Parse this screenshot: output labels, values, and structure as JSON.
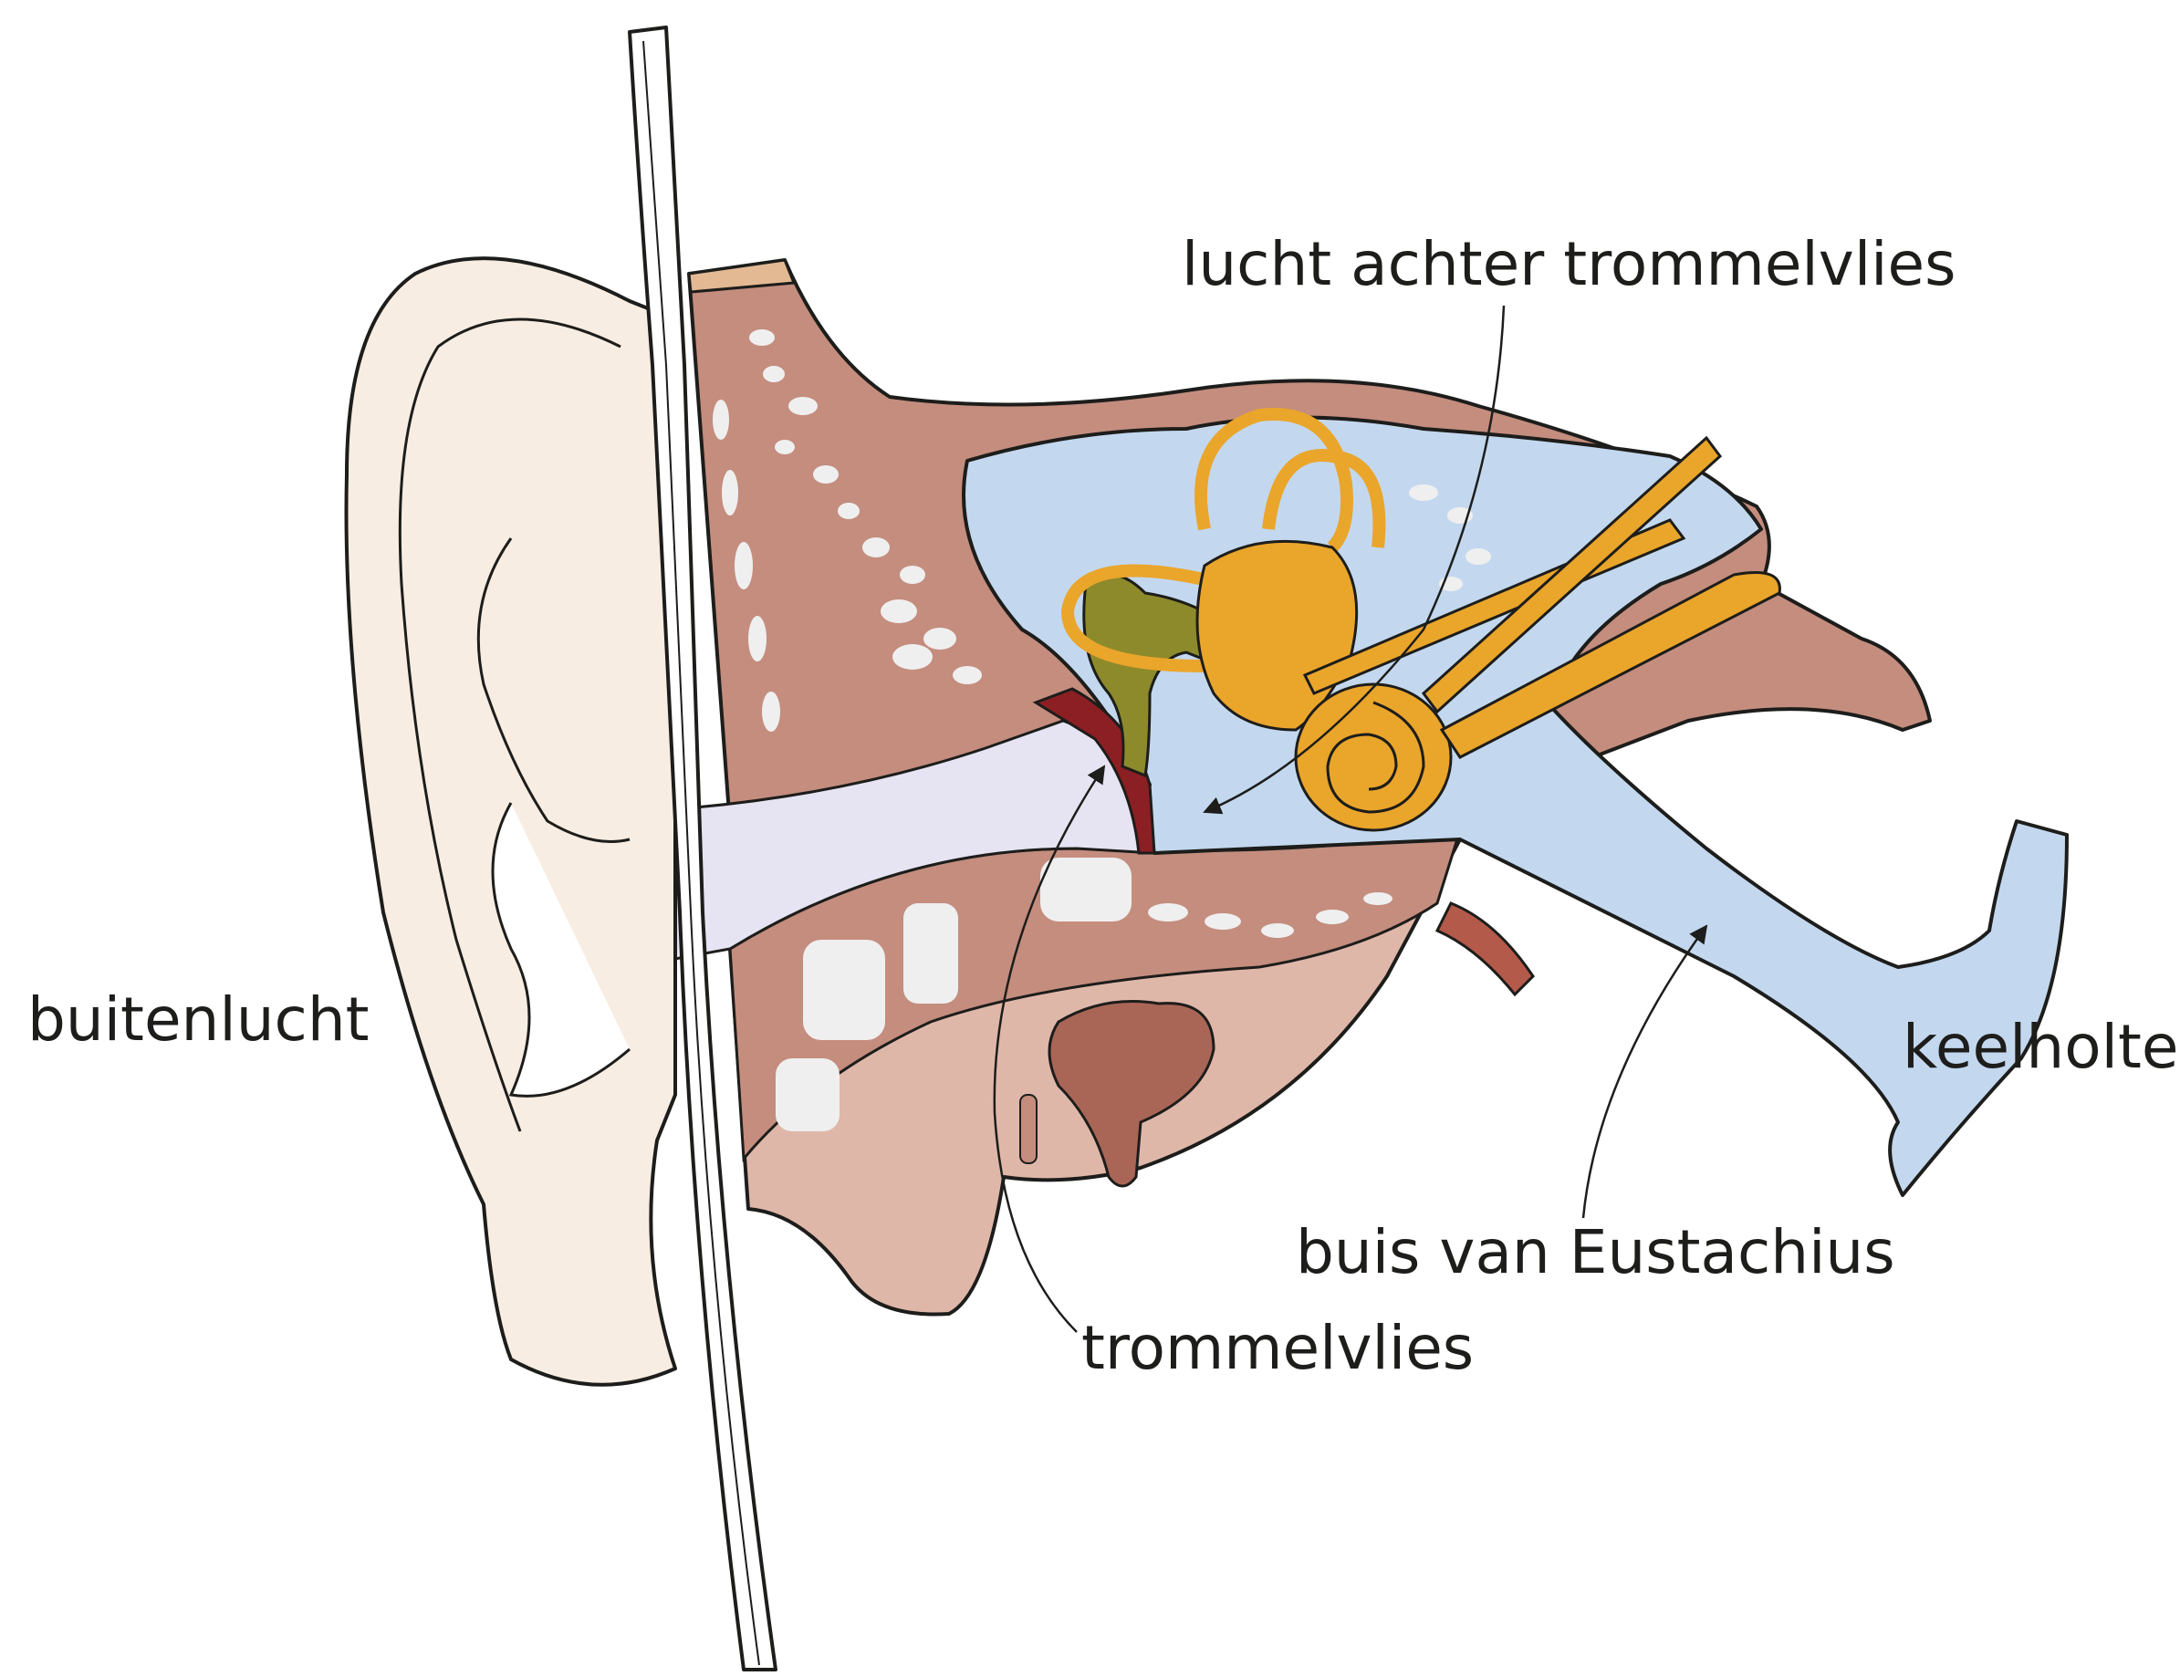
{
  "labels": {
    "air_behind_eardrum": "lucht achter trommelvlies",
    "outside_air": "buitenlucht",
    "throat_cavity": "keelholte",
    "eustachian_tube": "buis van Eustachius",
    "eardrum": "trommelvlies"
  },
  "colors": {
    "outline": "#1d1d1b",
    "outer_ear": "#f8ede2",
    "skull_tissue": "#c48d7e",
    "lower_tissue": "#dfb7a9",
    "air_cavity": "#c3d8ef",
    "ear_canal": "#e6e4f2",
    "eardrum": "#8c1f23",
    "ossicles": "#8d8a2b",
    "inner_ear": "#eaa52b",
    "gland": "#a96656"
  }
}
